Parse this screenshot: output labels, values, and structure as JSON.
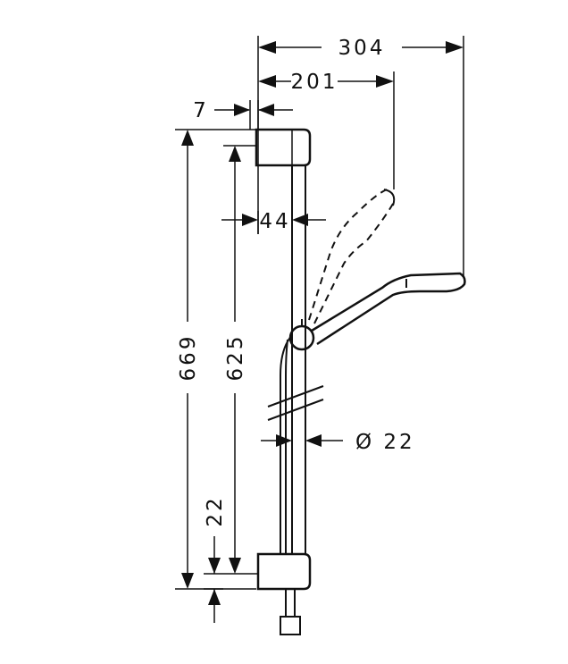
{
  "dimensions": {
    "total_width": "304",
    "handshower_offset": "201",
    "wall_offset": "7",
    "rail_spacing": "44",
    "total_height": "669",
    "rail_length": "625",
    "bottom_offset": "22",
    "rail_diameter": "Ø 22"
  },
  "colors": {
    "line": "#111111",
    "background": "#ffffff"
  }
}
